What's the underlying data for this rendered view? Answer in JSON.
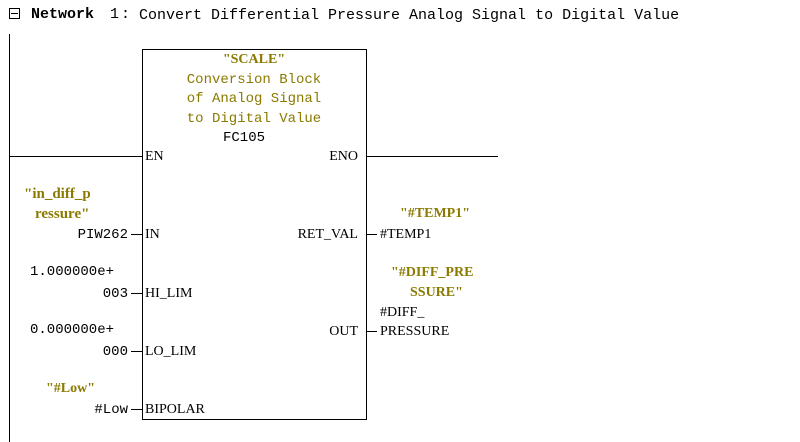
{
  "network": {
    "label": "Network",
    "number": "1",
    "sep": ": ",
    "title": "Convert Differential Pressure Analog Signal to Digital Value",
    "collapse_icon": "minus-box-icon"
  },
  "block": {
    "name": "\"SCALE\"",
    "desc1": "Conversion Block",
    "desc2": "of Analog Signal",
    "desc3": "to Digital Value",
    "id": "FC105",
    "en": "EN",
    "eno": "ENO",
    "in": "IN",
    "hi_lim": "HI_LIM",
    "lo_lim": "LO_LIM",
    "bipolar": "BIPOLAR",
    "ret_val": "RET_VAL",
    "out": "OUT"
  },
  "inputs": {
    "in_symbol1": "\"in_diff_p",
    "in_symbol2": "ressure\"",
    "in_addr": "PIW262",
    "hi_val1": "1.000000e+",
    "hi_val2": "003",
    "lo_val1": "0.000000e+",
    "lo_val2": "000",
    "bip_symbol": "\"#Low\"",
    "bip_addr": "#Low"
  },
  "outputs": {
    "ret_symbol": "\"#TEMP1\"",
    "ret_addr": "#TEMP1",
    "out_symbol1": "\"#DIFF_PRE",
    "out_symbol2": "SSURE\"",
    "out_addr1": "#DIFF_",
    "out_addr2": "PRESSURE"
  },
  "colors": {
    "comment": "#8a7a00",
    "line": "#000000"
  }
}
